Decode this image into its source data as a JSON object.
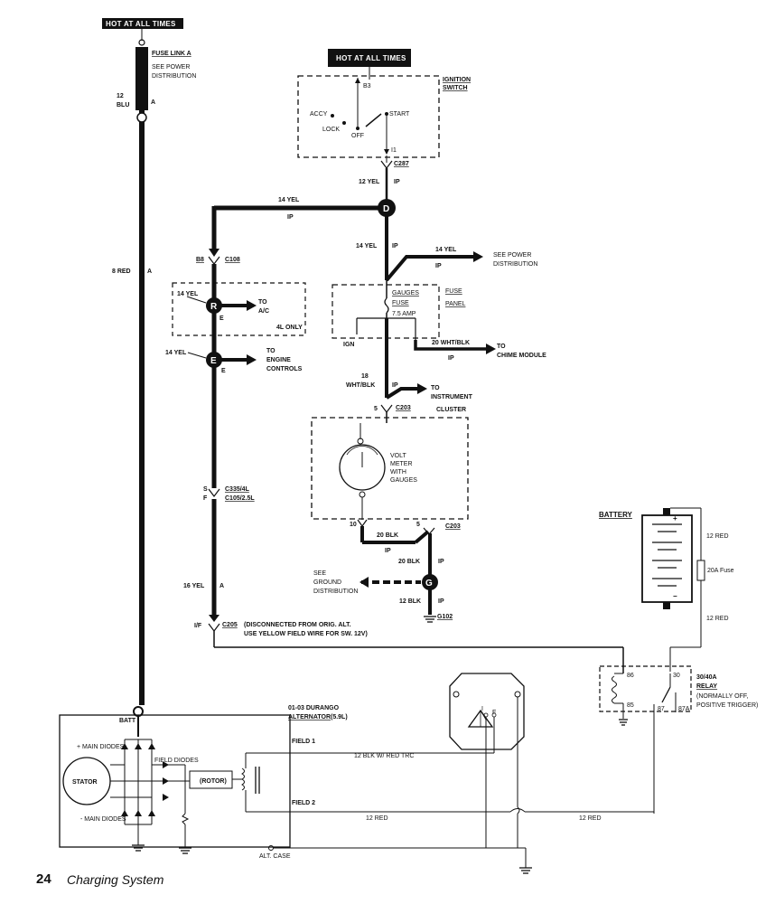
{
  "labels": {
    "hot1": "HOT AT ALL TIMES",
    "hot2": "HOT AT ALL TIMES",
    "fuse_link": "FUSE LINK A",
    "see_power_dist_1": "SEE POWER",
    "see_power_dist_2": "DISTRIBUTION",
    "w12": "12",
    "blu": "BLU",
    "a_top": "A",
    "red8": "8 RED",
    "a_mid": "A",
    "ign_switch_1": "IGNITION",
    "ign_switch_2": "SWITCH",
    "b3": "B3",
    "accy": "ACCY",
    "lock": "LOCK",
    "off": "OFF",
    "start": "START",
    "i1": "I1",
    "c287": "C287",
    "yel12": "12 YEL",
    "ip_1": "IP",
    "yel14_top": "14 YEL",
    "ip_2": "IP",
    "d": "D",
    "yel14_mid": "14 YEL",
    "ip_3": "IP",
    "yel14_right": "14 YEL",
    "ip_4": "IP",
    "see_power_r1": "SEE POWER",
    "see_power_r2": "DISTRIBUTION",
    "b8": "B8",
    "c108": "C108",
    "yel14_r": "14 YEL",
    "r": "R",
    "e_1": "E",
    "to_ac_1": "TO",
    "to_ac_2": "A/C",
    "only4l": "4L ONLY",
    "gauges": "GAUGES",
    "fuse": "FUSE",
    "amp": "7.5 AMP",
    "fuse_panel_1": "FUSE",
    "fuse_panel_2": "PANEL",
    "ign": "IGN",
    "wht20": "20 WHT/BLK",
    "ip_5": "IP",
    "to_chime_1": "TO",
    "to_chime_2": "CHIME MODULE",
    "yel14_e": "14 YEL",
    "e": "E",
    "e_2": "E",
    "to_eng_1": "TO",
    "to_eng_2": "ENGINE",
    "to_eng_3": "CONTROLS",
    "w18": "18",
    "whtblk": "WHT/BLK",
    "ip_6": "IP",
    "to_inst_1": "TO",
    "to_inst_2": "INSTRUMENT",
    "to_inst_3": "CLUSTER",
    "five": "5",
    "c203_top": "C203",
    "volt_1": "VOLT",
    "volt_2": "METER",
    "volt_3": "WITH",
    "volt_4": "GAUGES",
    "s": "S",
    "f": "F",
    "c335": "C335/4L",
    "c105": "C105/2.5L",
    "ten": "10",
    "five_b": "5",
    "c203_bot": "C203",
    "blk20_a": "20 BLK",
    "ip_7": "IP",
    "blk20_b": "20 BLK",
    "ip_8": "IP",
    "see_gnd_1": "SEE",
    "see_gnd_2": "GROUND",
    "see_gnd_3": "DISTRIBUTION",
    "g": "G",
    "yel16": "16 YEL",
    "a_low": "A",
    "blk12": "12 BLK",
    "ip_9": "IP",
    "g102": "G102",
    "if": "I/F",
    "c205": "C205",
    "disc_1": "(DISCONNECTED FROM ORIG. ALT.",
    "disc_2": "USE YELLOW FIELD WIRE FOR SW. 12V)",
    "battery": "BATTERY",
    "red12_a": "12 RED",
    "fuse20": "20A Fuse",
    "red12_b": "12 RED",
    "r86": "86",
    "r30": "30",
    "r85": "85",
    "r87": "87",
    "r87a": "87A",
    "relay_1": "30/40A",
    "relay_2": "RELAY",
    "relay_3": "(NORMALLY OFF,",
    "relay_4": "POSITIVE TRIGGER)",
    "alt_1": "01-03 DURANGO",
    "alt_2": "ALTERNATOR",
    "alt_3": "(5.9L)",
    "batt": "BATT",
    "main_diodes_p": "+ MAIN DIODES",
    "field_diodes": "FIELD DIODES",
    "stator": "STATOR",
    "rotor": "(ROTOR)",
    "main_diodes_m": "- MAIN DIODES",
    "field1": "FIELD 1",
    "field2": "FIELD 2",
    "blk12_trc": "12 BLK W/ RED TRC",
    "red12_c": "12 RED",
    "red12_d": "12 RED",
    "alt_case": "ALT. CASE",
    "reg_i": "I",
    "reg_f": "F"
  },
  "footer": {
    "page": "24",
    "title": "Charging System"
  }
}
